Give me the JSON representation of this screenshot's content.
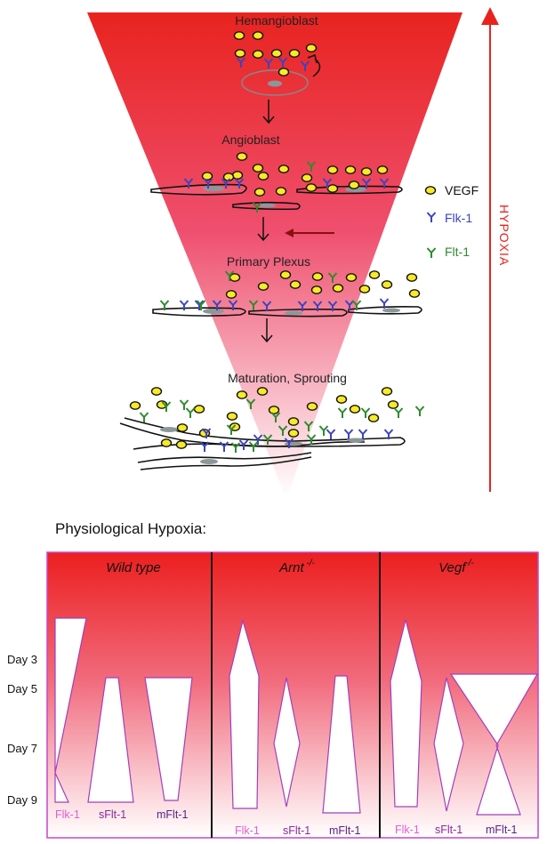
{
  "top_diagram": {
    "stages": {
      "hemangioblast": "Hemangioblast",
      "angioblast": "Angioblast",
      "primary_plexus": "Primary Plexus",
      "maturation": "Maturation, Sprouting"
    },
    "legend": {
      "vegf": "VEGF",
      "flk1": "Flk-1",
      "flt1": "Flt-1"
    },
    "hypoxia_label": "HYPOXIA",
    "colors": {
      "red": "#e8231f",
      "vegf_fill": "#f7ea27",
      "flk1": "#3e43bf",
      "flt1": "#2e8b2e",
      "cell": "#7f8c8d"
    }
  },
  "bottom_panel": {
    "title": "Physiological Hypoxia:",
    "days": [
      "Day 3",
      "Day 5",
      "Day 7",
      "Day 9"
    ],
    "columns": [
      {
        "title": "Wild type",
        "superscript": ""
      },
      {
        "title": "Arnt",
        "superscript": " -/-"
      },
      {
        "title": "Vegf",
        "superscript": "-/-"
      }
    ],
    "series_labels": {
      "flk1": "Flk-1",
      "sflt1": "sFlt-1",
      "mflt1": "mFlt-1"
    },
    "colors": {
      "flk1": "#e25fd0",
      "sflt1": "#8a2a9c",
      "mflt1": "#5a1f86",
      "border": "#c447cf"
    }
  }
}
